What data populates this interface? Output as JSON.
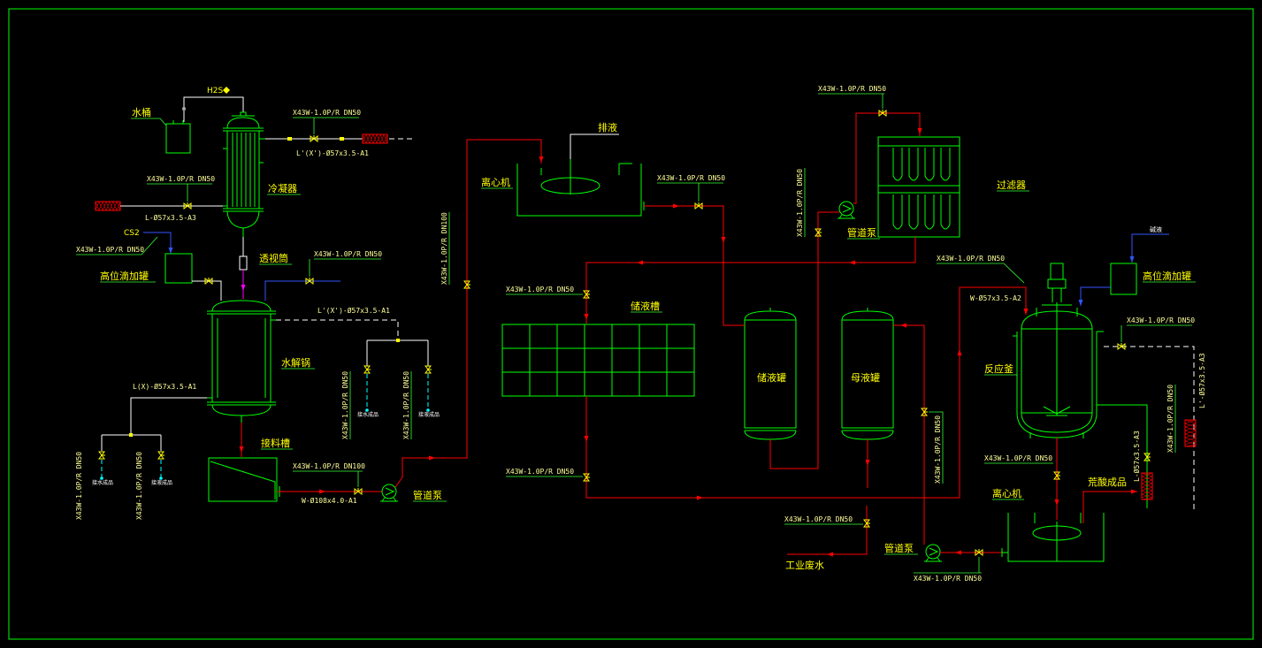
{
  "labels": {
    "h2s": "H2S",
    "water_bucket": "水桶",
    "condenser": "冷凝器",
    "cs2": "CS2",
    "head_tank_left": "高位滴加罐",
    "sight_glass": "透视筒",
    "hydrolysis_pot": "水解锅",
    "outlet_1": "接水成品",
    "outlet_2": "接液成品",
    "outlet_3": "接水成品",
    "outlet_4": "接液成品",
    "receiving_tank": "接料槽",
    "pump_left": "管道泵",
    "drain": "排液",
    "centrifuge_top": "离心机",
    "storage_trough": "储液槽",
    "storage_tank": "储液罐",
    "mother_liquor_tank": "母液罐",
    "wastewater": "工业废水",
    "pump_bottom": "管道泵",
    "pump_filter": "管道泵",
    "filter": "过滤器",
    "alkali": "碱液",
    "head_tank_right": "高位滴加罐",
    "reactor": "反应釜",
    "centrifuge_bottom": "离心机",
    "product": "荒酸成品"
  },
  "valve_specs": {
    "condenser_out": "X43W-1.0P/R DN50",
    "left_feed": "X43W-1.0P/R DN50",
    "cs2_feed": "X43W-1.0P/R DN50",
    "pot_top": "X43W-1.0P/R DN50",
    "pot_dash_a": "X43W-1.0P/R DN50",
    "pot_dash_b": "X43W-1.0P/R DN50",
    "pot_left_a": "X43W-1.0P/R DN50",
    "pot_left_b": "X43W-1.0P/R DN50",
    "receiving_out": "X43W-1.0P/R DN100",
    "riser": "X43W-1.0P/R DN100",
    "centrifuge_out": "X43W-1.0P/R DN50",
    "trough_in": "X43W-1.0P/R DN50",
    "trough_out": "X43W-1.0P/R DN50",
    "mother_in": "X43W-1.0P/R DN50",
    "wastewater": "X43W-1.0P/R DN50",
    "pump_bottom_out": "X43W-1.0P/R DN50",
    "filter_top": "X43W-1.0P/R DN50",
    "filter_pump": "X43W-1.0P/R DN50",
    "reactor_in": "X43W-1.0P/R DN50",
    "reactor_side": "X43W-1.0P/R DN50",
    "reactor_right": "X43W-1.0P/R DN50",
    "reactor_bottom": "X43W-1.0P/R DN50"
  },
  "pipe_specs": {
    "condenser_out": "L'(X')-Ø57x3.5-A1",
    "left_feed": "L-Ø57x3.5-A3",
    "pot_dash": "L'(X')-Ø57x3.5-A1",
    "pot_left": "L(X)-Ø57x3.5-A1",
    "receiving_out": "W-Ø108x4.0-A1",
    "reactor_in": "W-Ø57x3.5-A2",
    "reactor_dash": "L'-Ø57x3.5-A3",
    "reactor_right": "L-Ø57x3.5-A3"
  },
  "colors": {
    "background": "#000000",
    "equipment": "#00ff00",
    "process_line": "#ff0000",
    "text": "#ffff00",
    "valve": "#ffff00"
  }
}
